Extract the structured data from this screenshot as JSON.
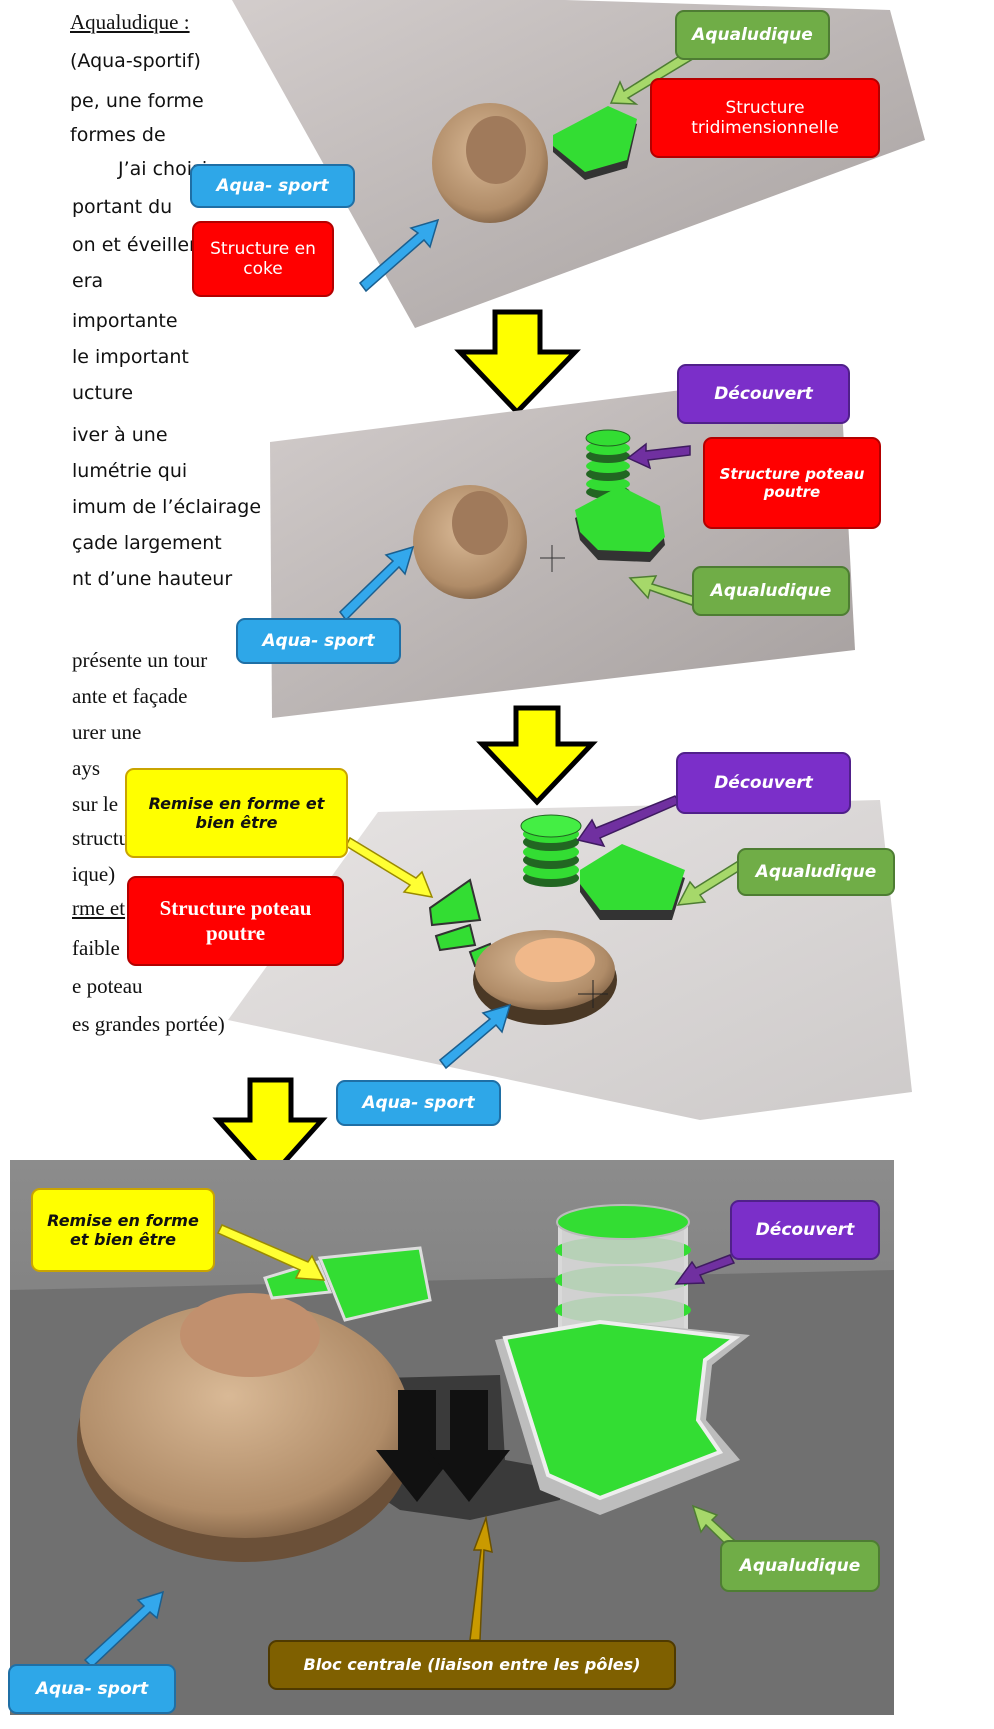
{
  "left_text": [
    "Aqualudique :",
    "(Aqua-sportif)",
    "pe, une forme",
    "formes de",
    "J’ai choisi",
    "portant du",
    "on et éveiller la",
    "era",
    "importante",
    "le important",
    "ucture",
    "iver à une",
    "lumétrie qui",
    "imum de l’éclairage",
    "çade largement",
    "nt d’une hauteur",
    "présente un tour",
    "ante et façade",
    "urer une",
    "ays",
    "sur le",
    "structure",
    "ique)",
    "rme et",
    "faible",
    "e poteau",
    "es grandes portée)"
  ],
  "labels": {
    "s1_aqualudique": "Aqualudique",
    "s1_structure_tri": "Structure tridimensionnelle",
    "s1_aqua_sport": "Aqua- sport",
    "s1_structure_coke": "Structure en coke",
    "s2_decouvert": "Découvert",
    "s2_structure_pp": "Structure poteau poutre",
    "s2_aqualudique": "Aqualudique",
    "s2_aqua_sport": "Aqua- sport",
    "s3_remise": "Remise en forme et bien être",
    "s3_decouvert": "Découvert",
    "s3_structure_pp": "Structure poteau poutre",
    "s3_aqualudique": "Aqualudique",
    "s3_aqua_sport": "Aqua- sport",
    "s4_remise": "Remise en forme et bien être",
    "s4_decouvert": "Découvert",
    "s4_aqualudique": "Aqualudique",
    "s4_aqua_sport": "Aqua- sport",
    "s4_bloc": "Bloc centrale (liaison entre les pôles)"
  },
  "colors": {
    "green_volume": "#33dd33",
    "tan_volume": "#c9a37f",
    "arrow_yellow": "#ffff00",
    "label_blue": "#2ea7e8",
    "label_red": "#ff0000",
    "label_green": "#70ad47",
    "label_purple": "#7b2fc9",
    "label_brown": "#7f6000"
  }
}
